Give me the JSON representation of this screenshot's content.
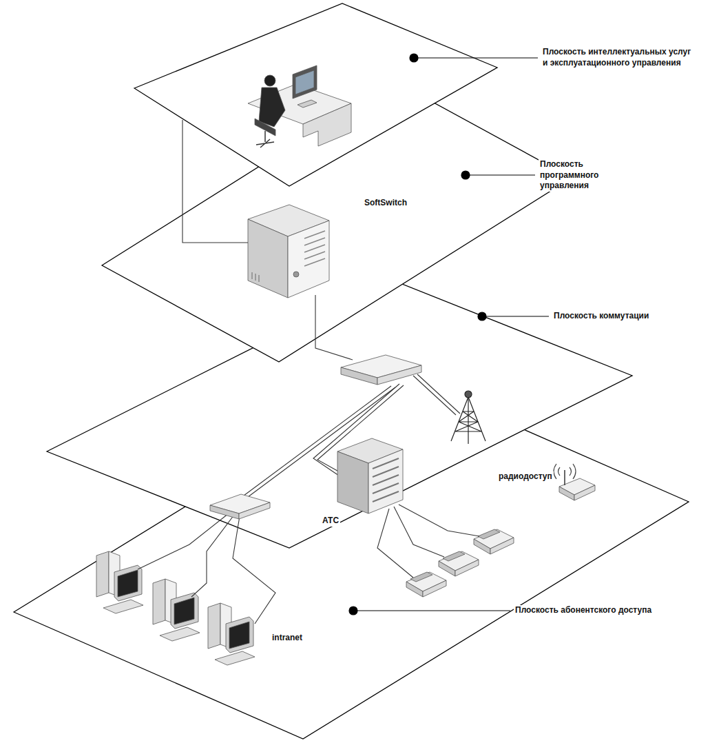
{
  "diagram": {
    "labels": [
      "Плоскость интеллектуальных услуг и эксплуатационного управления",
      "Плоскость программного управления",
      "SoftSwitch",
      "Плоскость коммутации",
      "радиодоступ",
      "АТС",
      "intranet",
      "Плоскость абонентского доступа"
    ]
  }
}
